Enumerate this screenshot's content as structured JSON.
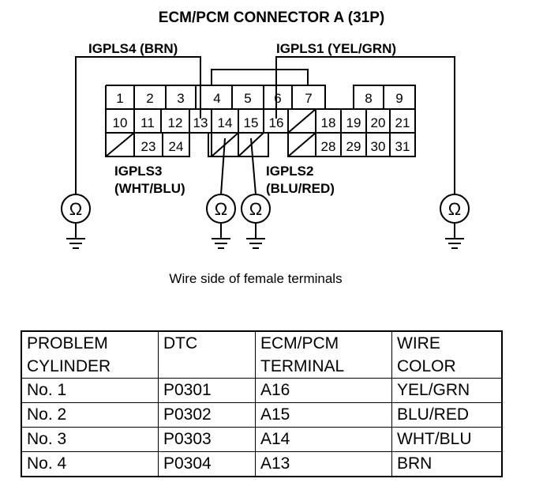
{
  "title": "ECM/PCM CONNECTOR A (31P)",
  "labels": {
    "igpls4": "IGPLS4 (BRN)",
    "igpls1": "IGPLS1 (YEL/GRN)",
    "igpls3_name": "IGPLS3",
    "igpls3_color": "(WHT/BLU)",
    "igpls2_name": "IGPLS2",
    "igpls2_color": "(BLU/RED)"
  },
  "connector": {
    "row1": [
      "1",
      "2",
      "3",
      "4",
      "5",
      "6",
      "7",
      "8",
      "9"
    ],
    "row2": [
      "10",
      "11",
      "12",
      "13",
      "14",
      "15",
      "16",
      "18",
      "19",
      "20",
      "21"
    ],
    "row3": [
      "23",
      "24",
      "28",
      "29",
      "30",
      "31"
    ]
  },
  "meter_symbol": "Ω",
  "caption": "Wire side of female terminals",
  "table": {
    "headers": [
      [
        "PROBLEM",
        "CYLINDER"
      ],
      [
        "DTC"
      ],
      [
        "ECM/PCM",
        "TERMINAL"
      ],
      [
        "WIRE",
        "COLOR"
      ]
    ],
    "rows": [
      [
        "No. 1",
        "P0301",
        "A16",
        "YEL/GRN"
      ],
      [
        "No. 2",
        "P0302",
        "A15",
        "BLU/RED"
      ],
      [
        "No. 3",
        "P0303",
        "A14",
        "WHT/BLU"
      ],
      [
        "No. 4",
        "P0304",
        "A13",
        "BRN"
      ]
    ]
  }
}
